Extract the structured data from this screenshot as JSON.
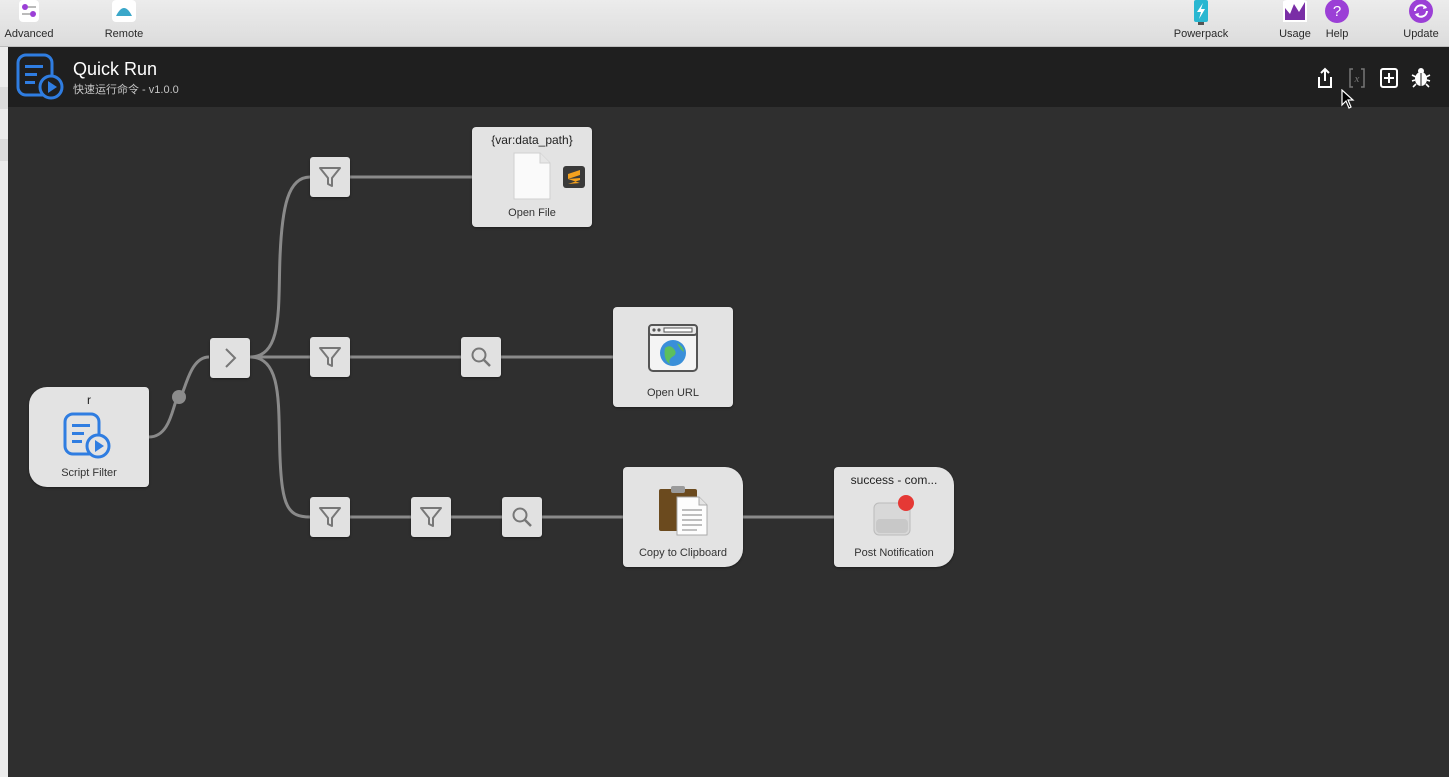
{
  "toolbar": {
    "items": [
      {
        "label": "Advanced",
        "icon": "advanced-icon"
      },
      {
        "label": "Remote",
        "icon": "remote-icon"
      },
      {
        "label": "Powerpack",
        "icon": "powerpack-icon"
      },
      {
        "label": "Usage",
        "icon": "usage-icon"
      },
      {
        "label": "Help",
        "icon": "help-icon"
      },
      {
        "label": "Update",
        "icon": "update-icon"
      }
    ]
  },
  "workflow": {
    "title": "Quick Run",
    "subtitle": "快速运行命令 - v1.0.0",
    "header_buttons": [
      "share-icon",
      "variable-icon",
      "add-icon",
      "debug-icon"
    ]
  },
  "nodes": {
    "script_filter": {
      "keyword": "r",
      "label": "Script Filter"
    },
    "open_file": {
      "title": "{var:data_path}",
      "label": "Open File"
    },
    "open_url": {
      "label": "Open URL"
    },
    "copy": {
      "label": "Copy to Clipboard"
    },
    "notify": {
      "title": "success - com...",
      "label": "Post Notification"
    }
  },
  "utilities": [
    "junction-icon",
    "filter-icon",
    "filter-icon",
    "filter-icon",
    "filter-icon",
    "search-icon",
    "search-icon"
  ],
  "colors": {
    "canvas": "#2f2f2f",
    "header": "#1f1f1f",
    "node": "#e3e3e3",
    "wire": "#8a8a8a",
    "accent_blue": "#2f7de1",
    "accent_purple": "#9b3fd6"
  }
}
